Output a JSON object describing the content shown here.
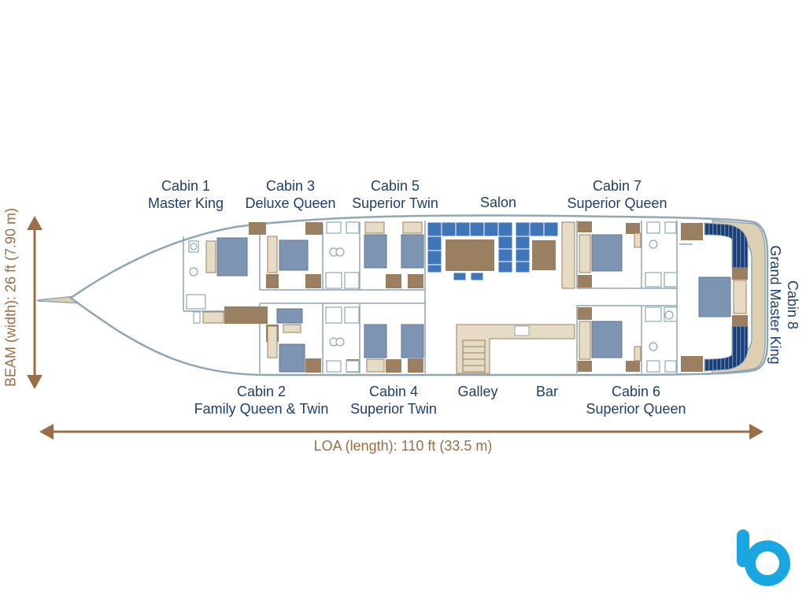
{
  "cabins": [
    {
      "id": "cabin-1",
      "name": "Cabin 1",
      "type": "Master King"
    },
    {
      "id": "cabin-2",
      "name": "Cabin 2",
      "type": "Family Queen & Twin"
    },
    {
      "id": "cabin-3",
      "name": "Cabin 3",
      "type": "Deluxe Queen"
    },
    {
      "id": "cabin-4",
      "name": "Cabin 4",
      "type": "Superior Twin"
    },
    {
      "id": "cabin-5",
      "name": "Cabin 5",
      "type": "Superior Twin"
    },
    {
      "id": "cabin-6",
      "name": "Cabin 6",
      "type": "Superior Queen"
    },
    {
      "id": "cabin-7",
      "name": "Cabin 7",
      "type": "Superior Queen"
    },
    {
      "id": "cabin-8",
      "name": "Cabin 8",
      "type": "Grand Master King"
    }
  ],
  "areas": {
    "salon": "Salon",
    "galley": "Galley",
    "bar": "Bar"
  },
  "dimensions": {
    "beam": "BEAM (width): 26 ft (7.90 m)",
    "loa": "LOA (length): 110 ft (33.5 m)"
  },
  "colors": {
    "hull_outline": "#8fa6b4",
    "deck": "#dccfb2",
    "bed": "#7d95b2",
    "cabinetry": "#9a7f60",
    "seating": "#3f76b8",
    "dark_seating": "#1b3d72",
    "label": "#1f3f6a",
    "dimension": "#9b6e48",
    "logo": "#1aa6e0"
  },
  "logo": {
    "icon": "b-logo-icon"
  }
}
